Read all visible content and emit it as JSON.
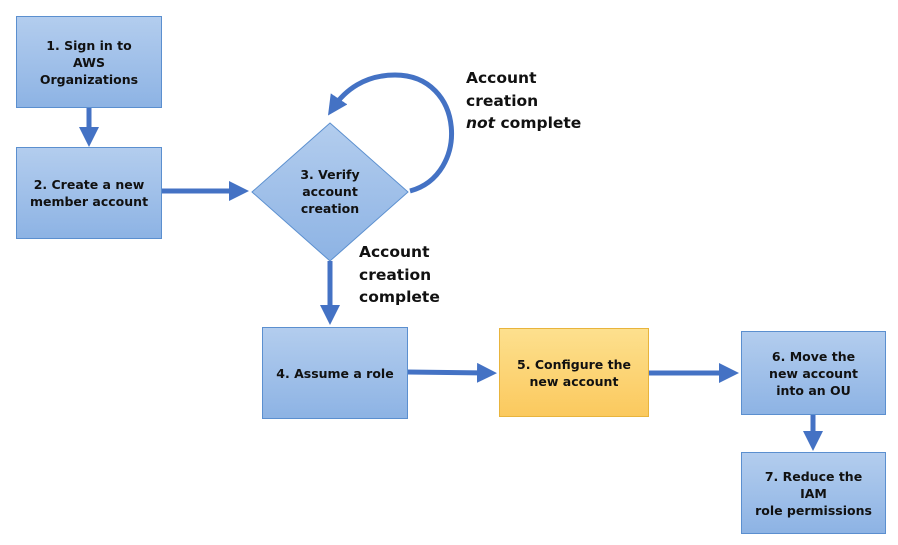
{
  "steps": {
    "step1": "1. Sign in to\nAWS Organizations",
    "step2": "2. Create a new\nmember account",
    "step3": "3. Verify\naccount\ncreation",
    "step4": "4. Assume a role",
    "step5": "5. Configure the\nnew account",
    "step6": "6. Move the\nnew account\ninto an OU",
    "step7": "7. Reduce the IAM\nrole permissions"
  },
  "labels": {
    "not_complete": {
      "line1": "Account",
      "line2": "creation",
      "line3_em": "not",
      "line3_rest": " complete"
    },
    "complete": {
      "line1": "Account",
      "line2": "creation",
      "line3": "complete"
    }
  },
  "colors": {
    "box_fill": "#9dbfe9",
    "box_border": "#5b8fcf",
    "highlight_fill": "#fcd375",
    "highlight_border": "#e8b43c",
    "arrow": "#4472c4"
  }
}
